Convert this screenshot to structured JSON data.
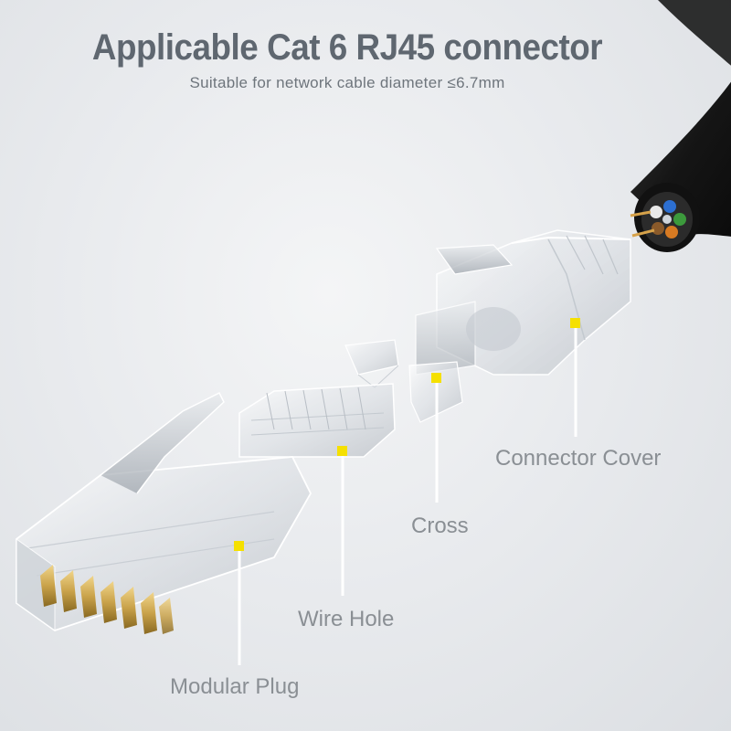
{
  "header": {
    "title": "Applicable Cat 6 RJ45 connector",
    "subtitle": "Suitable for network cable diameter ≤6.7mm"
  },
  "callouts": {
    "modular_plug": "Modular Plug",
    "wire_hole": "Wire Hole",
    "cross": "Cross",
    "connector_cover": "Connector Cover"
  },
  "colors": {
    "title": "#5f6770",
    "label": "#8a8f94",
    "marker": "#f5e000",
    "callout_line": "#ffffff",
    "cable": "#1c1c1c",
    "gold_contacts": "#c9a24a"
  }
}
